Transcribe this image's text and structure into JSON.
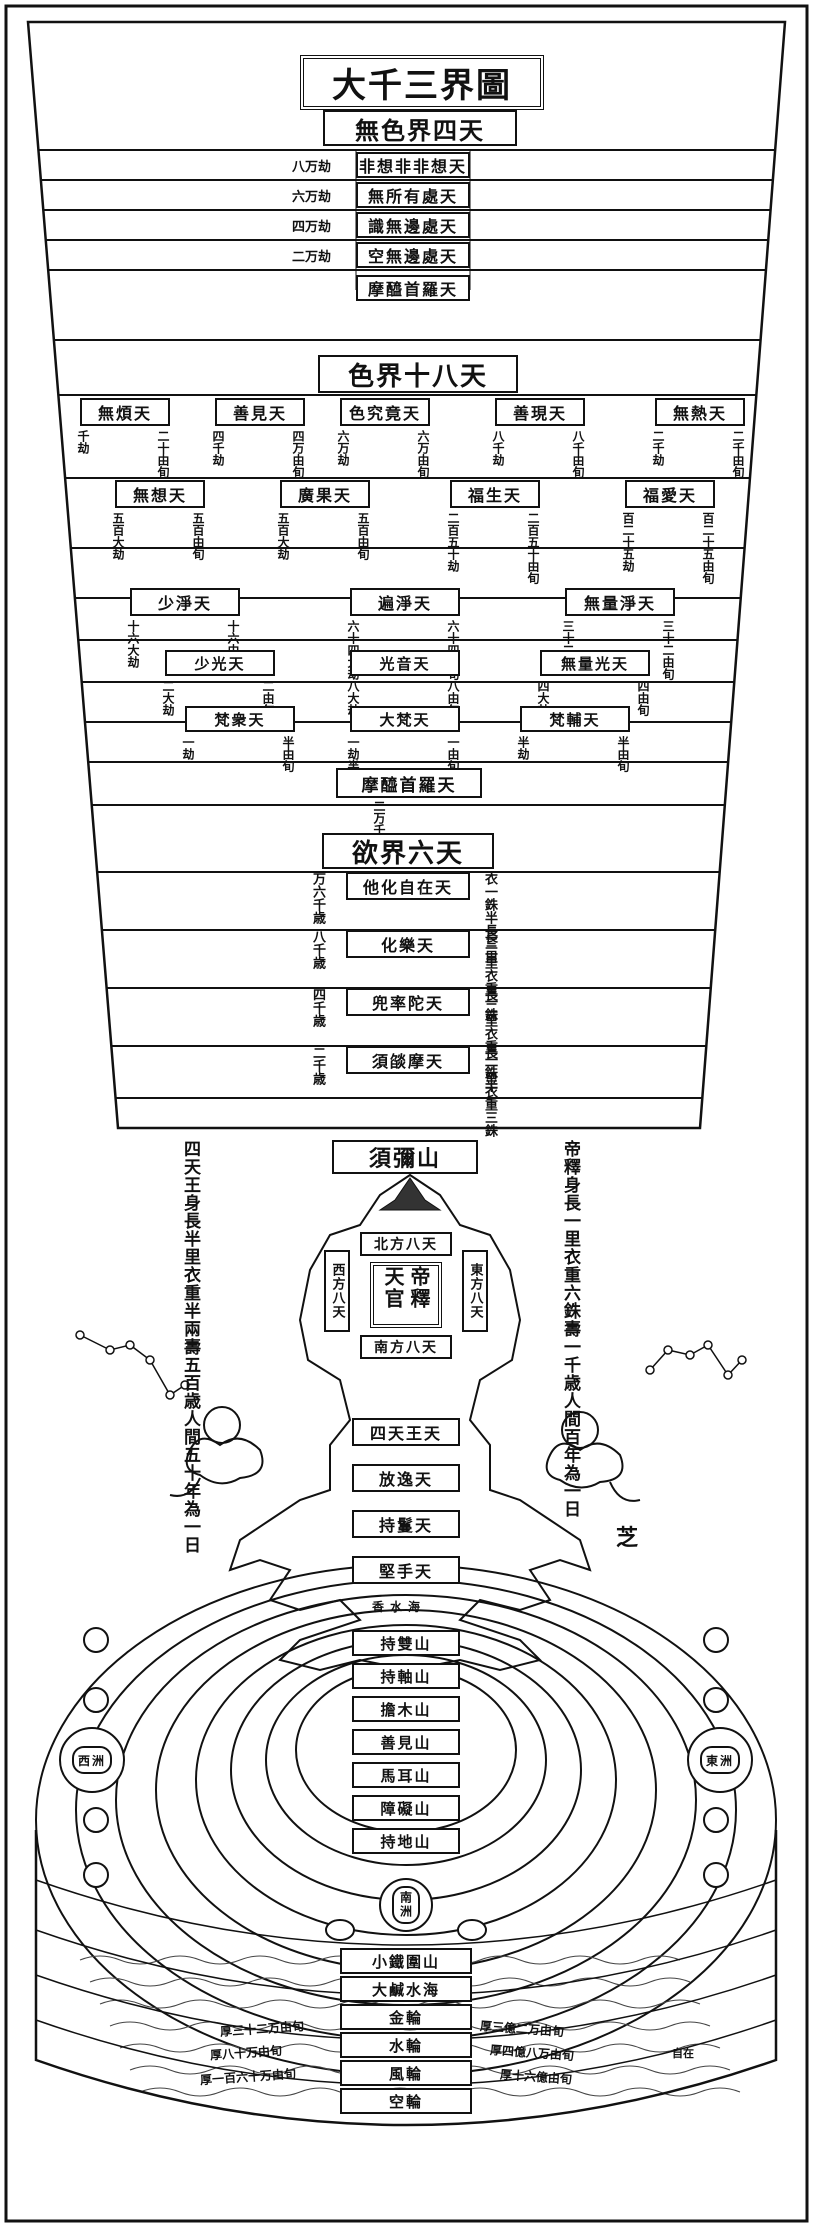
{
  "title": "大千三界圖",
  "formless_realm": {
    "header": "無色界四天",
    "heavens": [
      {
        "name": "非想非非想天",
        "lifespan": "八万劫"
      },
      {
        "name": "無所有處天",
        "lifespan": "六万劫"
      },
      {
        "name": "識無邊處天",
        "lifespan": "四万劫"
      },
      {
        "name": "空無邊處天",
        "lifespan": "二万劫"
      }
    ],
    "mara_heaven": "摩醯首羅天"
  },
  "form_realm": {
    "header": "色界十八天",
    "row1": [
      {
        "name": "無煩天",
        "n1": "千劫",
        "n2": "二十由旬"
      },
      {
        "name": "善見天",
        "n1": "四千劫",
        "n2": "四万由旬"
      },
      {
        "name": "色究竟天",
        "n1": "六万劫",
        "n2": "六万由旬"
      },
      {
        "name": "善現天",
        "n1": "八千劫",
        "n2": "八千由旬"
      },
      {
        "name": "無熱天",
        "n1": "二千劫",
        "n2": "二千由旬"
      }
    ],
    "row2": [
      {
        "name": "無想天",
        "n1": "五百大劫",
        "n2": "五百由旬"
      },
      {
        "name": "廣果天",
        "n1": "五百大劫",
        "n2": "五百由旬"
      },
      {
        "name": "福生天",
        "n1": "二百五十劫",
        "n2": "二百五十由旬"
      },
      {
        "name": "福愛天",
        "n1": "百二十五劫",
        "n2": "百二十五由旬"
      }
    ],
    "row3": [
      {
        "name": "少淨天",
        "n1": "十六大劫",
        "n2": "十六由旬"
      },
      {
        "name": "遍淨天",
        "n1": "六十四大劫",
        "n2": "六十四由旬"
      },
      {
        "name": "無量淨天",
        "n1": "三十二劫",
        "n2": "三十二由旬"
      }
    ],
    "row4": [
      {
        "name": "少光天",
        "n1": "二大劫",
        "n2": "二由旬"
      },
      {
        "name": "光音天",
        "n1": "八大劫",
        "n2": "八由旬"
      },
      {
        "name": "無量光天",
        "n1": "四大劫",
        "n2": "四由旬"
      }
    ],
    "row5": [
      {
        "name": "梵衆天",
        "n1": "一劫",
        "n2": "半由旬"
      },
      {
        "name": "大梵天",
        "n1": "一劫半",
        "n2": "一由旬"
      },
      {
        "name": "梵輔天",
        "n1": "半劫",
        "n2": "半由旬"
      }
    ],
    "mara_heaven": "摩醯首羅天",
    "mara_note": "二万千歳"
  },
  "desire_realm": {
    "header": "欲界六天",
    "heavens": [
      {
        "name": "他化自在天",
        "left": "万六千歳",
        "right": "衣一銖半長三里"
      },
      {
        "name": "化樂天",
        "left": "八千歳",
        "right": "長二里衣重一銖"
      },
      {
        "name": "兜率陀天",
        "left": "四千歳",
        "right": "長二里衣重一銖半"
      },
      {
        "name": "須燄摩天",
        "left": "二千歳",
        "right": "長一里衣重三銖"
      }
    ]
  },
  "sumeru": {
    "label": "須彌山",
    "left_note": "四天王身長半里衣重半兩壽五百歳人間五十年為一日",
    "right_note": "帝釋身長一里衣重六銖壽一千歳人間百年為一日",
    "trayastrimsha_n": "北方八天",
    "trayastrimsha_s": "南方八天",
    "trayastrimsha_w": "西方八天",
    "trayastrimsha_e": "東方八天",
    "palace": "帝釋天官",
    "heavens": [
      "四天王天",
      "放逸天",
      "持鬘天",
      "堅手天"
    ],
    "sea": "香水海"
  },
  "golden_mountains": [
    "持雙山",
    "持軸山",
    "擔木山",
    "善見山",
    "馬耳山",
    "障礙山",
    "持地山"
  ],
  "continents": {
    "south": "南洲",
    "east": "東洲",
    "west": "西洲"
  },
  "base": {
    "layers": [
      "小鐵圍山",
      "大鹹水海",
      "金輪",
      "水輪",
      "風輪",
      "空輪"
    ],
    "left_notes": [
      "厚三十二万由旬",
      "厚八十万由旬",
      "厚一百六十万由旬"
    ],
    "right_notes": [
      "厚三億二万由旬",
      "厚四億八万由旬",
      "厚十六億由旬"
    ]
  },
  "marks": {
    "small_sig": "自在",
    "stamp": "芝"
  }
}
